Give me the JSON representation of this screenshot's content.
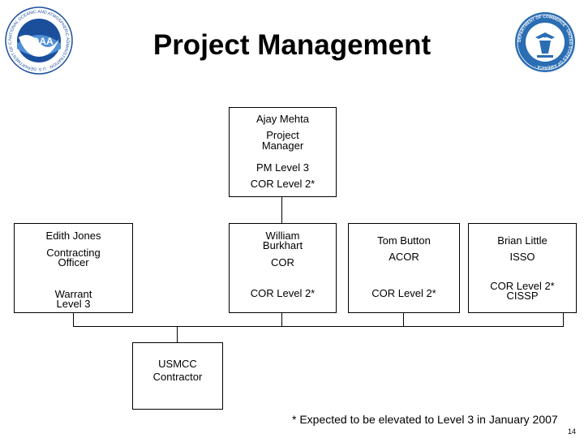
{
  "title": "Project Management",
  "logos": {
    "left_logo_text": "NOAA",
    "left_ring_text": "NATIONAL OCEANIC AND ATMOSPHERIC ADMINISTRATION · U.S. DEPARTMENT OF COMMERCE ·",
    "right_ring_text": "DEPARTMENT OF COMMERCE · UNITED STATES OF AMERICA ·"
  },
  "colors": {
    "noaa_blue": "#1b4f9c",
    "noaa_light": "#4f8fd6",
    "doc_blue": "#2a6db3"
  },
  "org": {
    "pm": {
      "name": "Ajay Mehta",
      "role_line1": "Project",
      "role_line2": "Manager",
      "level1": "PM Level 3",
      "level2": "COR Level 2*"
    },
    "co": {
      "name": "Edith Jones",
      "role_line1": "Contracting",
      "role_line2": "Officer",
      "level_line1": "Warrant",
      "level_line2": "Level 3"
    },
    "cor1": {
      "name_line1": "William",
      "name_line2": "Burkhart",
      "role": "COR",
      "level": "COR Level 2*"
    },
    "acor": {
      "name": "Tom Button",
      "role": "ACOR",
      "level": "COR Level 2*"
    },
    "isso": {
      "name": "Brian Little",
      "role": "ISSO",
      "level_line1": "COR Level 2*",
      "level_line2": "CISSP"
    },
    "contractor": {
      "line1": "USMCC",
      "line2": "Contractor"
    }
  },
  "footnote": "* Expected to be elevated to Level 3 in January 2007",
  "page_number": "14"
}
